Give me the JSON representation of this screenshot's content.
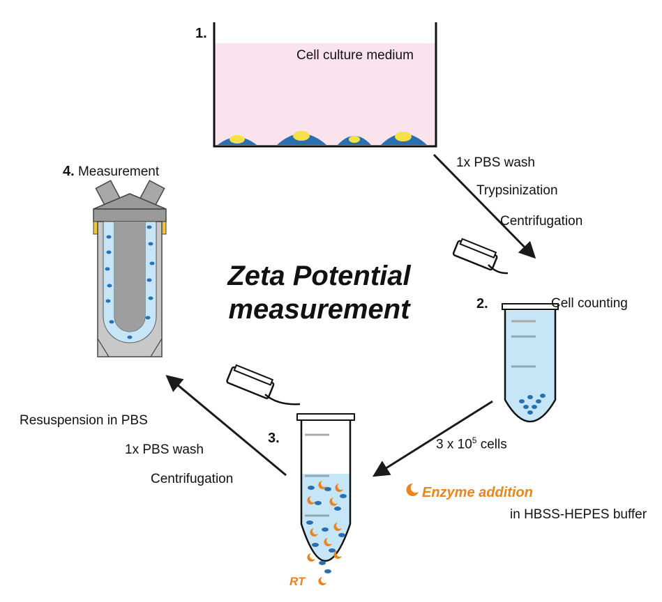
{
  "title": {
    "line1": "Zeta Potential",
    "line2": "measurement"
  },
  "step1": {
    "number": "1.",
    "medium_label": "Cell culture medium"
  },
  "step1_to_2": {
    "lines": [
      "1x PBS wash",
      "Trypsinization",
      "Centrifugation"
    ]
  },
  "step2": {
    "number": "2.",
    "label": "Cell counting"
  },
  "step2_to_3": {
    "cells_base": "3 x 10",
    "cells_exp": "5",
    "cells_unit": " cells",
    "enzyme": "Enzyme addition",
    "buffer": "in HBSS-HEPES buffer"
  },
  "step3": {
    "number": "3.",
    "temperature": "RT"
  },
  "step3_to_4": {
    "lines": [
      "Resuspension in PBS",
      "1x PBS wash",
      "Centrifugation"
    ]
  },
  "step4": {
    "number": "4.",
    "label": "Measurement"
  },
  "colors": {
    "medium": "#fbe3ee",
    "cell": "#2a6fb0",
    "nucleus": "#f5e04a",
    "liquid": "#c6e6f8",
    "enzyme": "#e8851c",
    "cap_gold": "#f3c23a"
  }
}
